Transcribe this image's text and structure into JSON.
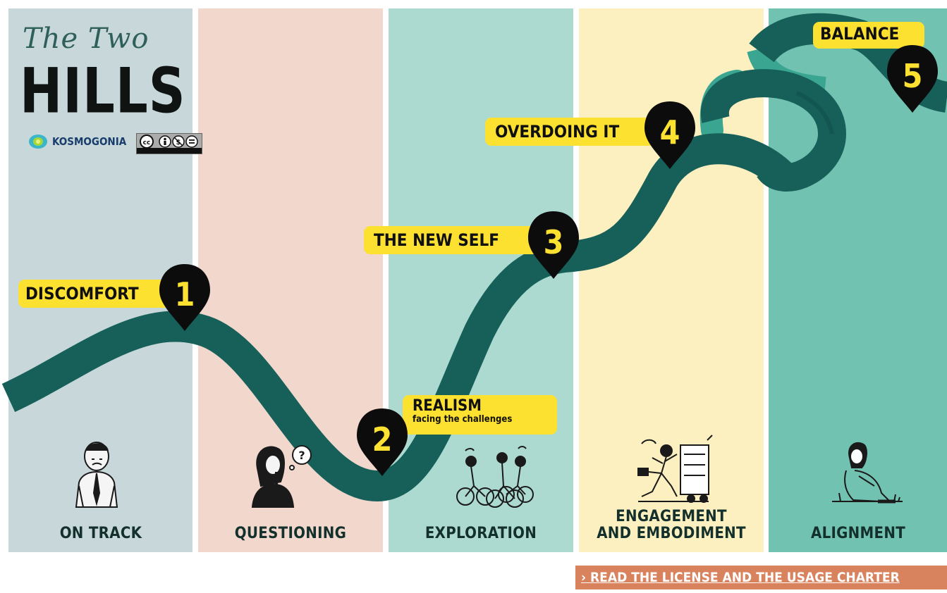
{
  "title": {
    "script": "The Two",
    "main": "HILLS"
  },
  "brand": {
    "name": "KOSMOGONIA",
    "license_badge_icon": "cc-by-nc-nd-icon"
  },
  "stages": [
    {
      "label": "ON TRACK"
    },
    {
      "label": "QUESTIONING"
    },
    {
      "label": "EXPLORATION"
    },
    {
      "label_line1": "ENGAGEMENT",
      "label_line2": "AND EMBODIMENT"
    },
    {
      "label": "ALIGNMENT"
    }
  ],
  "milestones": [
    {
      "number": "1",
      "label": "DISCOMFORT"
    },
    {
      "number": "2",
      "label": "REALISM",
      "sublabel": "facing the challenges"
    },
    {
      "number": "3",
      "label": "THE NEW SELF"
    },
    {
      "number": "4",
      "label": "OVERDOING IT"
    },
    {
      "number": "5",
      "label": "BALANCE"
    }
  ],
  "license_link": "› READ THE LICENSE AND THE USAGE CHARTER",
  "colors": {
    "path": "#17605a",
    "path_light": "#3aa691",
    "tag": "#fde130",
    "pin": "#0c0c0c",
    "pin_number": "#fde130",
    "link_bg": "#d9825e"
  }
}
